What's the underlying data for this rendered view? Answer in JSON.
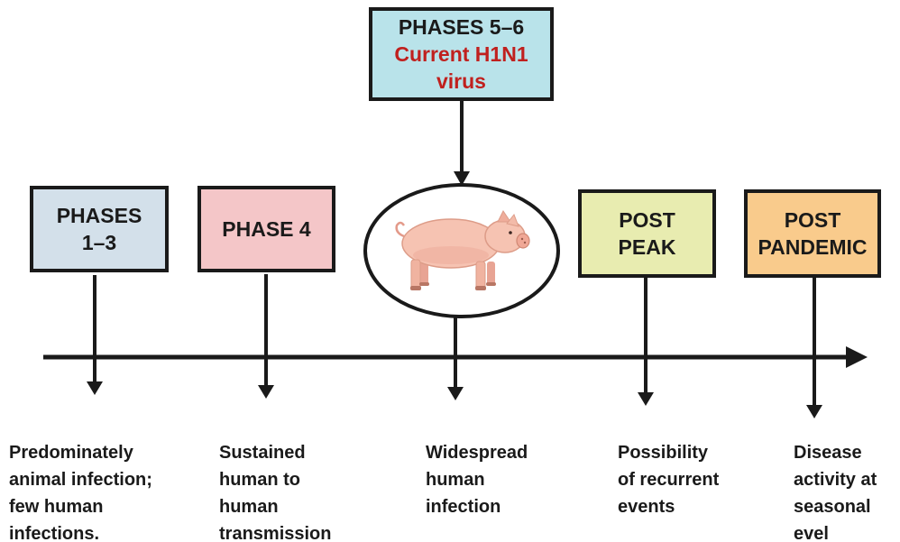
{
  "colors": {
    "phases_1_3": "#d3e0ea",
    "phase_4": "#f4c6c8",
    "phases_5_6": "#b9e3ea",
    "post_peak": "#e8ecb0",
    "post_pandemic": "#f9cb8c",
    "highlight_text": "#c0201e",
    "line": "#1a1a1a"
  },
  "boxes": {
    "phases_1_3": {
      "line1": "PHASES",
      "line2": "1–3"
    },
    "phase_4": {
      "line1": "PHASE 4"
    },
    "phases_5_6": {
      "line1": "PHASES 5–6",
      "line2": "Current H1N1",
      "line3": "virus"
    },
    "post_peak": {
      "line1": "POST",
      "line2": "PEAK"
    },
    "post_pandemic": {
      "line1": "POST",
      "line2": "PANDEMIC"
    }
  },
  "center_icon": "pig-icon",
  "descriptions": {
    "phases_1_3": [
      "Predominately",
      "animal infection;",
      "few human",
      "infections."
    ],
    "phase_4": [
      "Sustained",
      "human to",
      "human",
      "transmission"
    ],
    "phases_5_6": [
      "Widespread",
      "human",
      "infection"
    ],
    "post_peak": [
      "Possibility",
      "of recurrent",
      "events"
    ],
    "post_pandemic": [
      "Disease",
      "activity at",
      "seasonal",
      "evel"
    ]
  }
}
